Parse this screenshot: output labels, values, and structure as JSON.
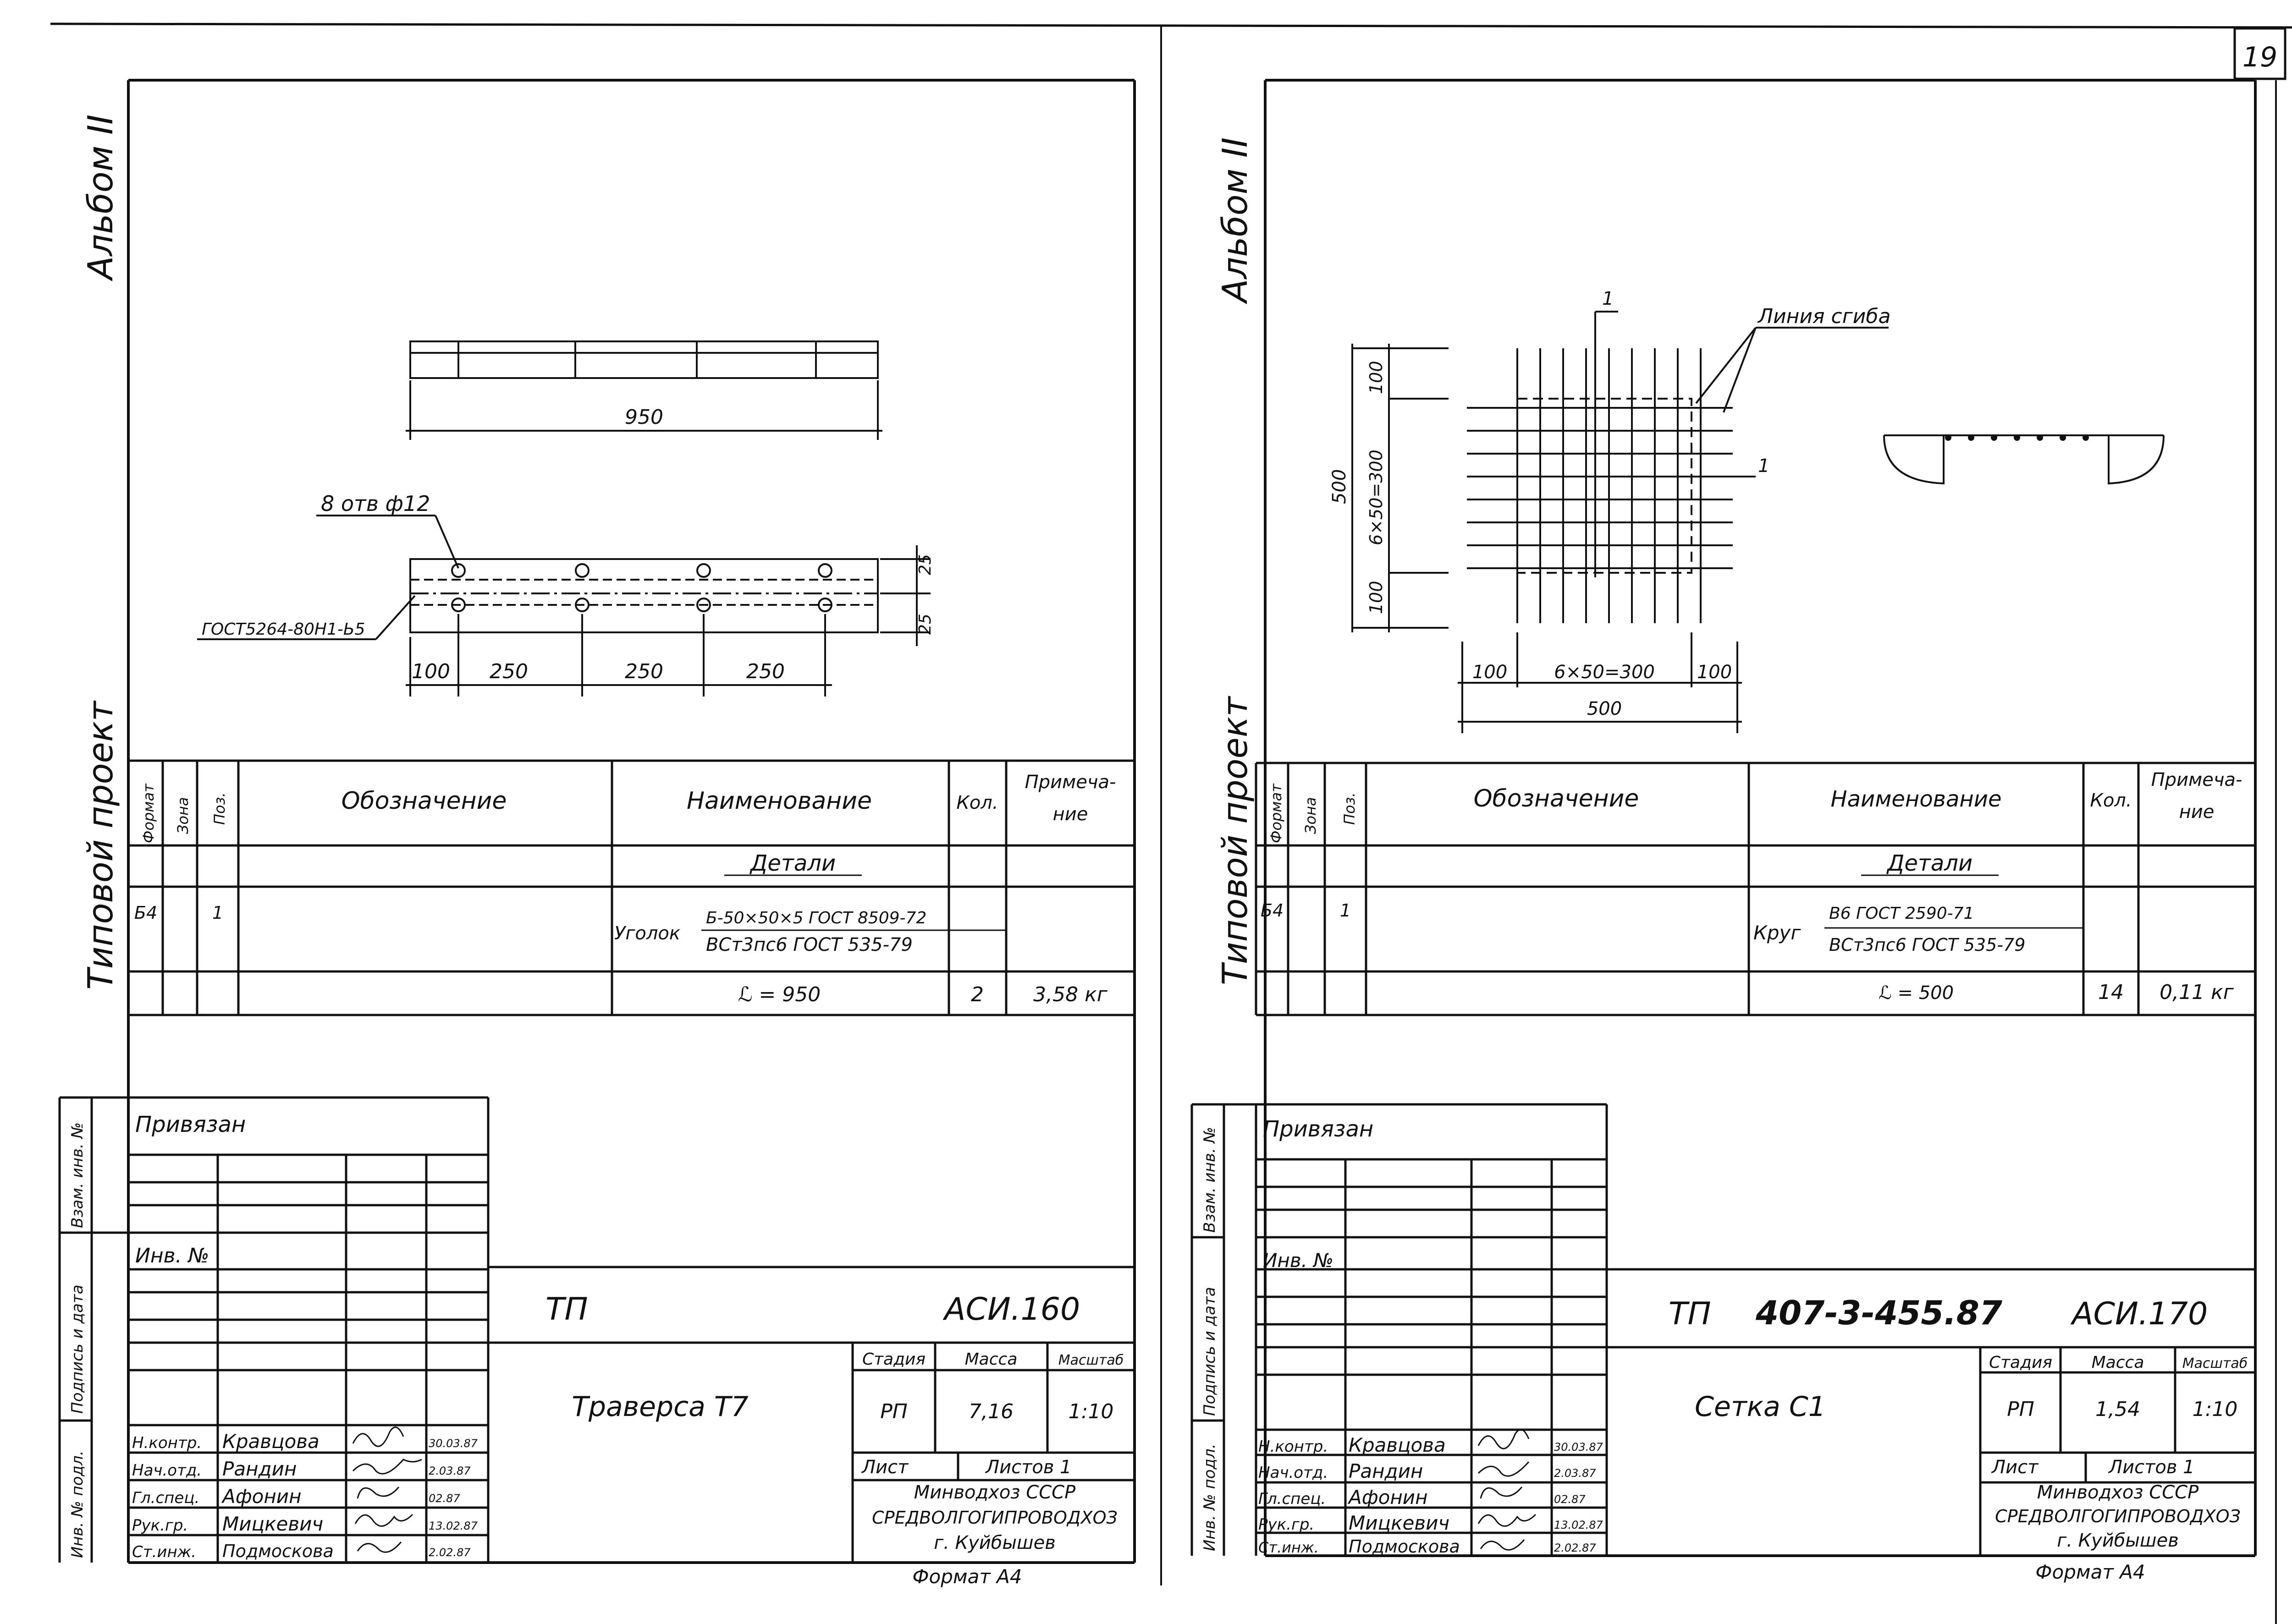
{
  "page_number": "19",
  "left_sheet": {
    "album": "Альбом II",
    "project_type": "Типовой проект",
    "drawing": {
      "top_length": "950",
      "holes_label": "8 отв ф12",
      "weld_label": "ГОСТ5264-80Н1-Ь5",
      "dims_bottom": [
        "100",
        "250",
        "250",
        "250"
      ],
      "dims_side": [
        "25",
        "25"
      ]
    },
    "spec_headers": {
      "format": "Формат",
      "zone": "Зона",
      "pos": "Поз.",
      "designation": "Обозначение",
      "name": "Наименование",
      "qty": "Кол.",
      "note_1": "Примеча-",
      "note_2": "ние"
    },
    "spec": {
      "section": "Детали",
      "format": "Б4",
      "pos": "1",
      "item": "Уголок",
      "spec_line1": "Б-50×50×5 ГОСТ 8509-72",
      "spec_line2": "ВСт3пс6 ГОСТ 535-79",
      "length": "ℒ = 950",
      "qty": "2",
      "note": "3,58 кг"
    },
    "stamp": {
      "tied": "Привязан",
      "inv": "Инв. №",
      "side_labels": [
        "Взам. инв. №",
        "Подпись и дата",
        "Инв. № подл."
      ],
      "code_tp": "ТП",
      "code": "АСИ.160",
      "title": "Траверса Т7",
      "stage_h": "Стадия",
      "mass_h": "Масса",
      "scale_h": "Масштаб",
      "stage": "РП",
      "mass": "7,16",
      "scale": "1:10",
      "sheet": "Лист",
      "sheets": "Листов 1",
      "org1": "Минводхоз СССР",
      "org2": "СРЕДВОЛГОГИПРОВОДХОЗ",
      "org3": "г. Куйбышев",
      "format": "Формат А4",
      "people": [
        {
          "role": "Н.контр.",
          "name": "Кравцова",
          "date": "30.03.87"
        },
        {
          "role": "Нач.отд.",
          "name": "Рандин",
          "date": "2.03.87"
        },
        {
          "role": "Гл.спец.",
          "name": "Афонин",
          "date": "02.87"
        },
        {
          "role": "Рук.гр.",
          "name": "Мицкевич",
          "date": "13.02.87"
        },
        {
          "role": "Ст.инж.",
          "name": "Подмоскова",
          "date": "2.02.87"
        }
      ]
    }
  },
  "right_sheet": {
    "album": "Альбом II",
    "project_type": "Типовой проект",
    "drawing": {
      "mark_1": "1",
      "bend_line": "Линия сгиба",
      "total_v": "500",
      "dims_v": [
        "100",
        "6×50=300",
        "100"
      ],
      "dims_h": [
        "100",
        "6×50=300",
        "100"
      ],
      "total_h": "500"
    },
    "spec_headers": {
      "format": "Формат",
      "zone": "Зона",
      "pos": "Поз.",
      "designation": "Обозначение",
      "name": "Наименование",
      "qty": "Кол.",
      "note_1": "Примеча-",
      "note_2": "ние"
    },
    "spec": {
      "section": "Детали",
      "format": "Б4",
      "pos": "1",
      "item": "Круг",
      "spec_line1": "В6 ГОСТ 2590-71",
      "spec_line2": "ВСт3пс6 ГОСТ 535-79",
      "length": "ℒ = 500",
      "qty": "14",
      "note": "0,11 кг"
    },
    "stamp": {
      "tied": "Привязан",
      "inv": "Инв. №",
      "side_labels": [
        "Взам. инв. №",
        "Подпись и дата",
        "Инв. № подл."
      ],
      "code_tp": "ТП",
      "project_no": "407-3-455.87",
      "code": "АСИ.170",
      "title": "Сетка С1",
      "stage_h": "Стадия",
      "mass_h": "Масса",
      "scale_h": "Масштаб",
      "stage": "РП",
      "mass": "1,54",
      "scale": "1:10",
      "sheet": "Лист",
      "sheets": "Листов 1",
      "org1": "Минводхоз СССР",
      "org2": "СРЕДВОЛГОГИПРОВОДХОЗ",
      "org3": "г. Куйбышев",
      "format": "Формат А4",
      "people": [
        {
          "role": "Н.контр.",
          "name": "Кравцова",
          "date": "30.03.87"
        },
        {
          "role": "Нач.отд.",
          "name": "Рандин",
          "date": "2.03.87"
        },
        {
          "role": "Гл.спец.",
          "name": "Афонин",
          "date": "02.87"
        },
        {
          "role": "Рук.гр.",
          "name": "Мицкевич",
          "date": "13.02.87"
        },
        {
          "role": "Ст.инж.",
          "name": "Подмоскова",
          "date": "2.02.87"
        }
      ]
    }
  }
}
